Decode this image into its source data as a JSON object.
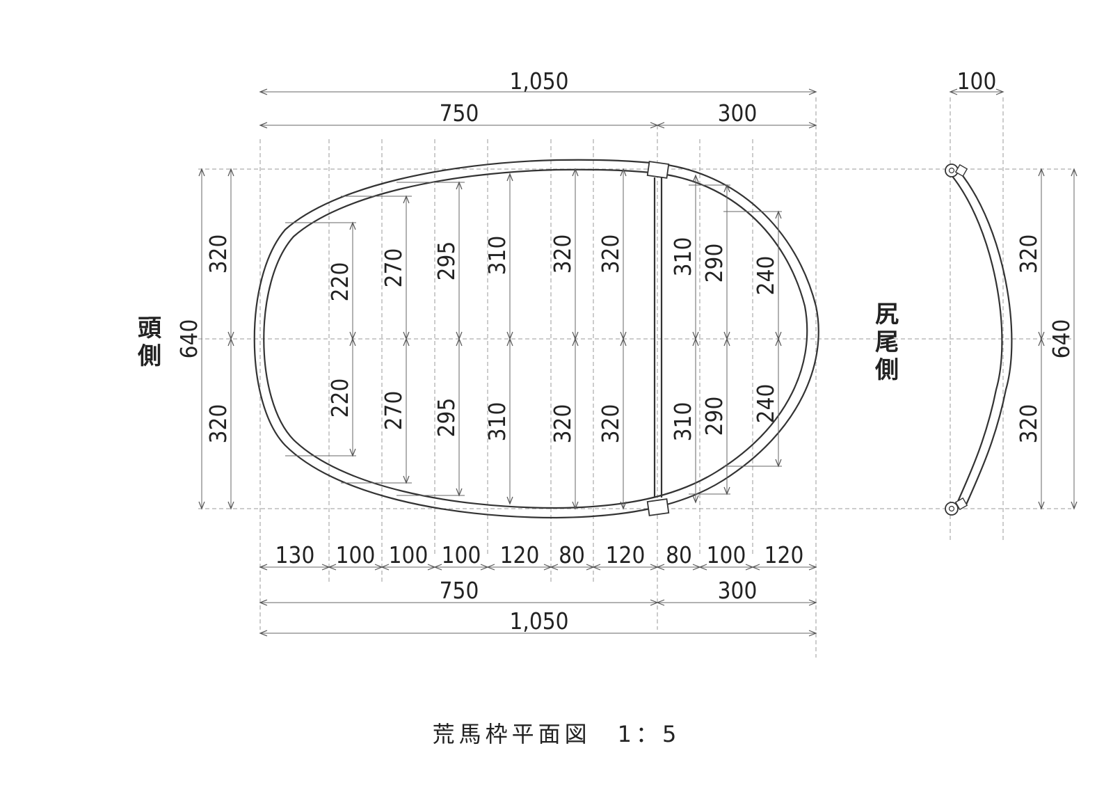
{
  "title": "荒馬枠平面図　1：5",
  "labels": {
    "head_side": "頭側",
    "tail_side": "尻尾側"
  },
  "top_dimensions": {
    "overall": "1,050",
    "front": "750",
    "rear": "300",
    "side_view_width": "100"
  },
  "bottom_dimensions": {
    "overall": "1,050",
    "front": "750",
    "rear": "300",
    "segments": [
      "130",
      "100",
      "100",
      "100",
      "120",
      "80",
      "120",
      "80",
      "100",
      "120"
    ]
  },
  "left_dimensions": {
    "total": "640",
    "upper": "320",
    "lower": "320"
  },
  "right_dimensions": {
    "total": "640",
    "upper": "320",
    "lower": "320"
  },
  "half_widths_upper": [
    "320",
    "220",
    "270",
    "295",
    "310",
    "320",
    "320",
    "310",
    "290",
    "240"
  ],
  "half_widths_lower": [
    "320",
    "220",
    "270",
    "295",
    "310",
    "320",
    "320",
    "310",
    "290",
    "240"
  ]
}
